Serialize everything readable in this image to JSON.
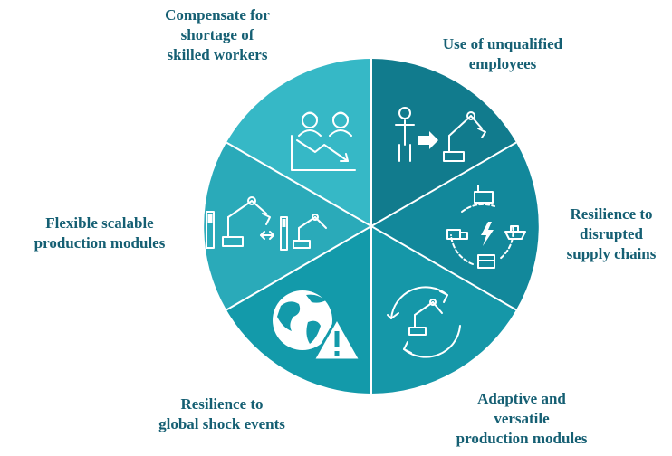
{
  "diagram": {
    "colors": {
      "segment_top_left": "#36b8c6",
      "segment_top_right": "#117b8d",
      "segment_right": "#12889b",
      "segment_bottom_right": "#1597a8",
      "segment_bottom_left": "#139aaa",
      "segment_left": "#2aaab9",
      "label_text": "#155f73",
      "divider": "#ffffff"
    },
    "segments": [
      {
        "id": "top-left",
        "icon": "workers-declining-chart-icon",
        "label_lines": [
          "Compensate for",
          "shortage of",
          "skilled workers"
        ]
      },
      {
        "id": "top-right",
        "icon": "person-to-robot-arm-icon",
        "label_lines": [
          "Use of unqualified",
          "employees"
        ]
      },
      {
        "id": "right",
        "icon": "supply-chain-cycle-icon",
        "label_lines": [
          "Resilience to",
          "disrupted",
          "supply chains"
        ]
      },
      {
        "id": "bottom-right",
        "icon": "robot-arm-cycle-icon",
        "label_lines": [
          "Adaptive and",
          "versatile",
          "production modules"
        ]
      },
      {
        "id": "bottom-left",
        "icon": "globe-warning-icon",
        "label_lines": [
          "Resilience to",
          "global shock events"
        ]
      },
      {
        "id": "left",
        "icon": "modular-robots-icon",
        "label_lines": [
          "Flexible scalable",
          "production modules"
        ]
      }
    ]
  }
}
